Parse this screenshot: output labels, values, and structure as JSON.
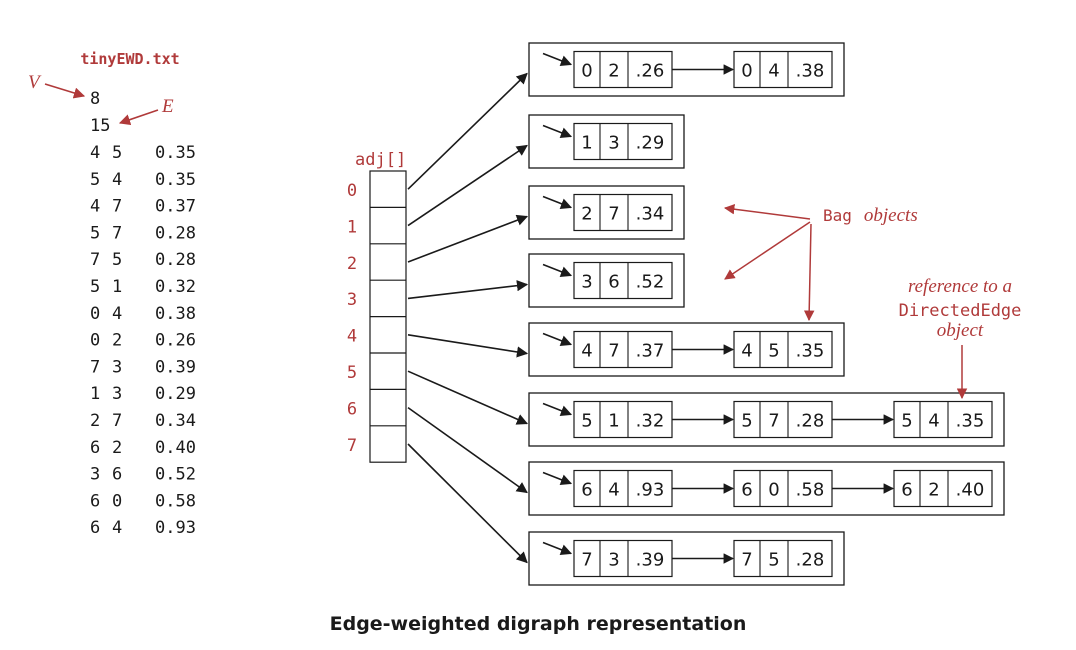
{
  "file": {
    "name": "tinyEWD.txt",
    "v_label": "V",
    "e_label": "E",
    "v_value": "8",
    "e_value": "15",
    "edges": [
      [
        "4",
        "5",
        "0.35"
      ],
      [
        "5",
        "4",
        "0.35"
      ],
      [
        "4",
        "7",
        "0.37"
      ],
      [
        "5",
        "7",
        "0.28"
      ],
      [
        "7",
        "5",
        "0.28"
      ],
      [
        "5",
        "1",
        "0.32"
      ],
      [
        "0",
        "4",
        "0.38"
      ],
      [
        "0",
        "2",
        "0.26"
      ],
      [
        "7",
        "3",
        "0.39"
      ],
      [
        "1",
        "3",
        "0.29"
      ],
      [
        "2",
        "7",
        "0.34"
      ],
      [
        "6",
        "2",
        "0.40"
      ],
      [
        "3",
        "6",
        "0.52"
      ],
      [
        "6",
        "0",
        "0.58"
      ],
      [
        "6",
        "4",
        "0.93"
      ]
    ]
  },
  "adj": {
    "label": "adj[]",
    "indices": [
      "0",
      "1",
      "2",
      "3",
      "4",
      "5",
      "6",
      "7"
    ]
  },
  "bags": [
    [
      [
        "0",
        "2",
        ".26"
      ],
      [
        "0",
        "4",
        ".38"
      ]
    ],
    [
      [
        "1",
        "3",
        ".29"
      ]
    ],
    [
      [
        "2",
        "7",
        ".34"
      ]
    ],
    [
      [
        "3",
        "6",
        ".52"
      ]
    ],
    [
      [
        "4",
        "7",
        ".37"
      ],
      [
        "4",
        "5",
        ".35"
      ]
    ],
    [
      [
        "5",
        "1",
        ".32"
      ],
      [
        "5",
        "7",
        ".28"
      ],
      [
        "5",
        "4",
        ".35"
      ]
    ],
    [
      [
        "6",
        "4",
        ".93"
      ],
      [
        "6",
        "0",
        ".58"
      ],
      [
        "6",
        "2",
        ".40"
      ]
    ],
    [
      [
        "7",
        "3",
        ".39"
      ],
      [
        "7",
        "5",
        ".28"
      ]
    ]
  ],
  "annotations": {
    "bag_code": "Bag",
    "bag_text": "objects",
    "ref_line1": "reference to a",
    "ref_code": "DirectedEdge",
    "ref_line3": "object"
  },
  "caption": "Edge-weighted digraph representation",
  "colors": {
    "accent": "#b03a3a",
    "ink": "#1a1a1a"
  }
}
